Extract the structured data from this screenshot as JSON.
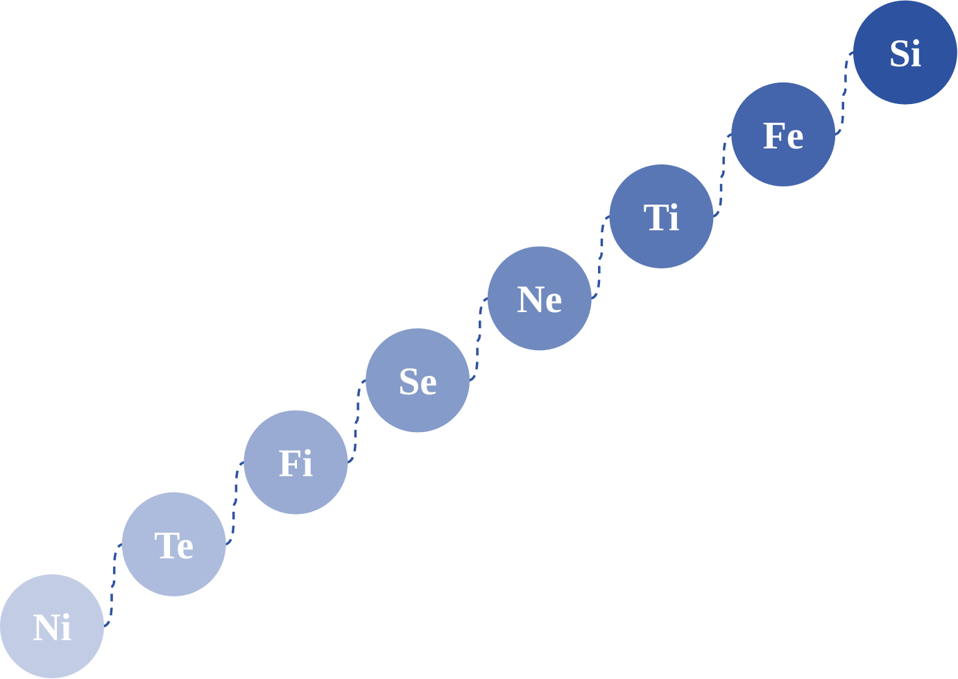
{
  "diagram": {
    "nodes": [
      {
        "label": "Ni",
        "color": "#c2cde5"
      },
      {
        "label": "Te",
        "color": "#adbcdc"
      },
      {
        "label": "Fi",
        "color": "#99abd3"
      },
      {
        "label": "Se",
        "color": "#859bc9"
      },
      {
        "label": "Ne",
        "color": "#708ac0"
      },
      {
        "label": "Ti",
        "color": "#5a77b5"
      },
      {
        "label": "Fe",
        "color": "#4464ab"
      },
      {
        "label": "Si",
        "color": "#2d52a0"
      }
    ],
    "connector_color": "#2d52a0"
  }
}
